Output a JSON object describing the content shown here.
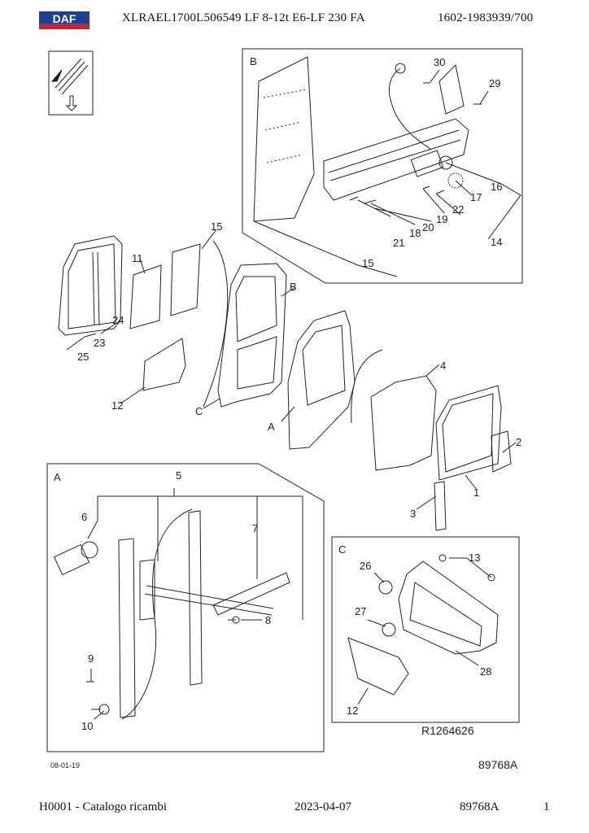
{
  "header": {
    "logo_text": "DAF",
    "vehicle": "XLRAEL1700L506549   LF  8-12t  E6-LF 230 FA",
    "code": "1602-1983939/700"
  },
  "diagram": {
    "view_labels": {
      "b": "B",
      "a": "A",
      "c": "C"
    },
    "part_numbers": {
      "p1": "1",
      "p2": "2",
      "p3": "3",
      "p4": "4",
      "p5": "5",
      "p6": "6",
      "p7": "7",
      "p8": "8",
      "p9": "9",
      "p10": "10",
      "p11": "11",
      "p12a": "12",
      "p12c": "12",
      "p13": "13",
      "p14": "14",
      "p15a": "15",
      "p15b": "15",
      "p16": "16",
      "p17": "17",
      "p18": "18",
      "p19": "19",
      "p20": "20",
      "p21": "21",
      "p22": "22",
      "p23": "23",
      "p24": "24",
      "p25": "25",
      "p26": "26",
      "p27": "27",
      "p28": "28",
      "p29": "29",
      "p30": "30"
    },
    "door_labels": {
      "door_a": "A",
      "door_b": "B",
      "door_c": "C"
    },
    "ref_code": "R1264626",
    "date_small": "08-01-19",
    "drawing_number": "89768A"
  },
  "footer": {
    "catalog": "H0001 - Catalogo ricambi",
    "date": "2023-04-07",
    "ref": "89768A",
    "page": "1"
  },
  "colors": {
    "daf_red": "#d0202e",
    "daf_blue": "#1f3f8f",
    "line": "#222222"
  }
}
